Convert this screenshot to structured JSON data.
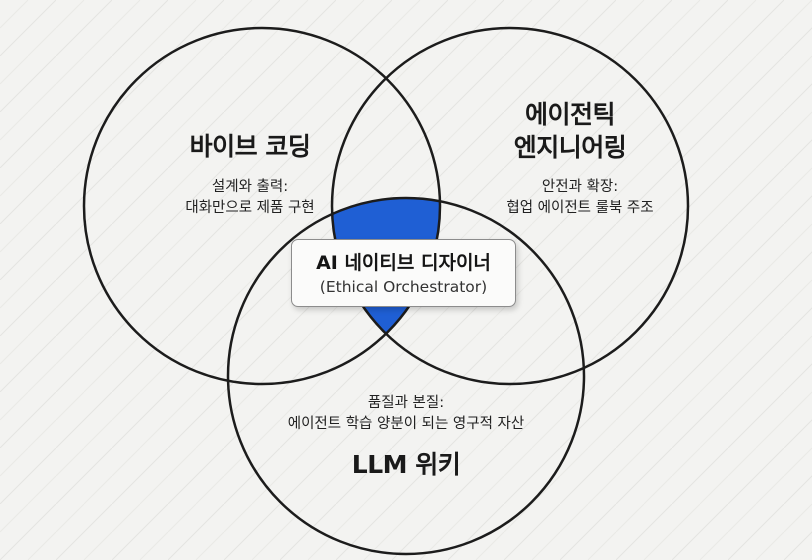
{
  "circles": {
    "top_left": {
      "title": "바이브 코딩",
      "caption_line1": "설계와 출력:",
      "caption_line2": "대화만으로 제품 구현"
    },
    "top_right": {
      "title_line1": "에이전틱",
      "title_line2": "엔지니어링",
      "caption_line1": "안전과 확장:",
      "caption_line2": "협업 에이전트 룰북 주조"
    },
    "bottom": {
      "title": "LLM 위키",
      "caption_line1": "품질과 본질:",
      "caption_line2": "에이전트 학습 양분이 되는 영구적 자산"
    }
  },
  "center": {
    "title": "AI 네이티브 디자이너",
    "subtitle": "(Ethical Orchestrator)"
  },
  "colors": {
    "background": "#f3f3f1",
    "circle_stroke": "#1c1c1c",
    "intersection_fill": "#1f5fd4"
  }
}
